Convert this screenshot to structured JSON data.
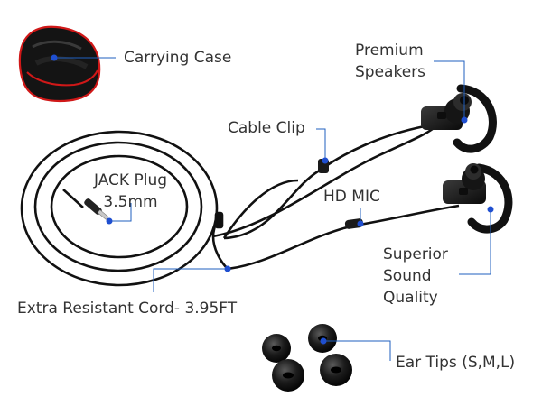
{
  "labels": {
    "carrying_case": "Carrying Case",
    "premium_speakers": [
      "Premium",
      "Speakers"
    ],
    "cable_clip": "Cable Clip",
    "jack_plug": [
      "JACK Plug",
      "3.5mm"
    ],
    "hd_mic": "HD MIC",
    "superior_sound": [
      "Superior",
      "Sound",
      "Quality"
    ],
    "extra_cord": "Extra Resistant Cord- 3.95FT",
    "ear_tips": "Ear Tips (S,M,L)"
  },
  "colors": {
    "callout_line": "#1f5fbf",
    "callout_dot": "#1f4fd0",
    "cable": "#111111",
    "case_trim": "#d01818",
    "text": "#333333"
  }
}
